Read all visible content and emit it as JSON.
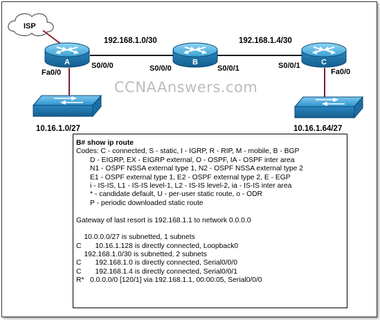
{
  "topology": {
    "isp_label": "ISP",
    "routers": [
      {
        "name": "A"
      },
      {
        "name": "B"
      },
      {
        "name": "C"
      }
    ],
    "links": [
      {
        "network": "192.168.1.0/30"
      },
      {
        "network": "192.168.1.4/30"
      }
    ],
    "interfaces": {
      "a_s000": "S0/0/0",
      "b_s000": "S0/0/0",
      "b_s001": "S0/0/1",
      "c_s001": "S0/0/1",
      "a_fa00": "Fa0/0",
      "c_fa00": "Fa0/0"
    },
    "lans": [
      {
        "network": "10.16.1.0/27"
      },
      {
        "network": "10.16.1.64/27"
      }
    ],
    "watermark": "CCNAAnswers.com"
  },
  "output": {
    "prompt": "B#",
    "command": "show ip route",
    "codes": [
      "Codes: C - connected, S - static, I - IGRP, R - RIP, M - mobile, B - BGP",
      "       D - EIGRP, EX - EIGRP external, O - OSPF, IA - OSPF inter area",
      "       N1 - OSPF NSSA external type 1, N2 - OSPF NSSA external type 2",
      "       E1 - OSPF external type 1, E2 - OSPF external type 2, E - EGP",
      "       i - IS-IS, L1 - IS-IS level-1, L2 - IS-IS level-2, ia - IS-IS inter area",
      "       * - candidate default, U - per-user static route, o - ODR",
      "       P - periodic downloaded static route"
    ],
    "gateway": "Gateway of last resort is 192.168.1.1 to network 0.0.0.0",
    "routes": [
      "    10.0.0.0/27 is subnetted, 1 subnets",
      "C       10.16.1.128 is directly connected, Loopback0",
      "    192.168.1.0/30 is subnetted, 2 subnets",
      "C       192.168.1.0 is directly connected, Serial0/0/0",
      "C       192.168.1.4 is directly connected, Serial0/0/1",
      "R*   0.0.0.0/0 [120/1] via 192.168.1.1, 00:00:05, Serial0/0/0"
    ]
  },
  "colors": {
    "router_body": "#1f7fb8",
    "router_top": "#5cb8e4",
    "switch_body": "#2a8cc4",
    "isp_link": "#8a2430",
    "serial_link": "#1a1a1a",
    "lan_link": "#7a1e2a"
  }
}
